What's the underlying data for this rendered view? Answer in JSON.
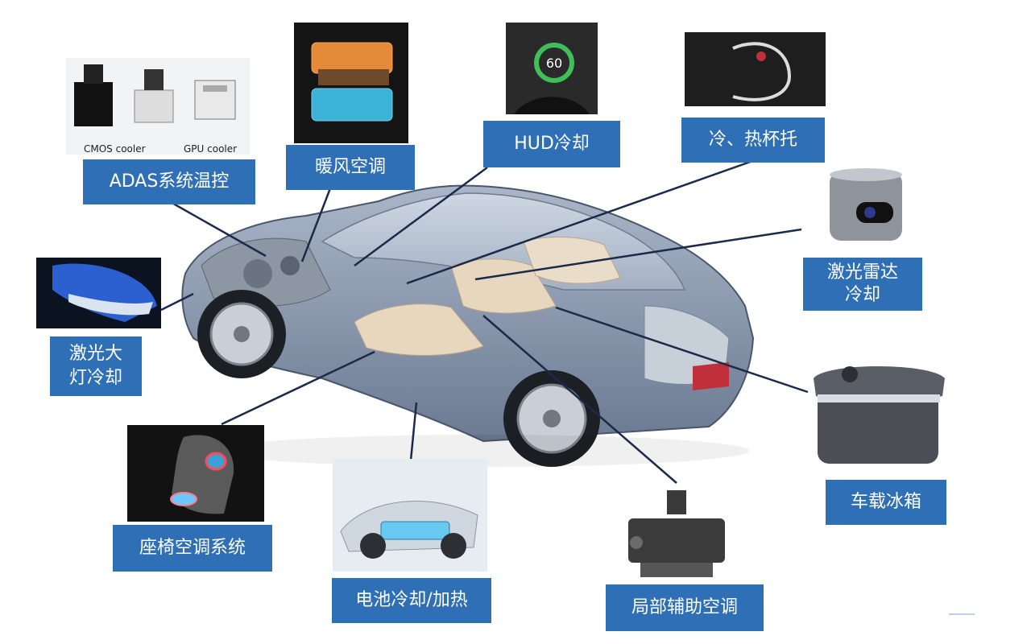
{
  "colors": {
    "label_bg": "#2f6fb5",
    "label_text": "#ffffff",
    "leader": "#1b2a4a"
  },
  "labels": {
    "adas": "ADAS系统温控",
    "warm_air": "暖风空调",
    "hud": "HUD冷却",
    "cup_holder": "冷、热杯托",
    "lidar": "激光雷达\n冷却",
    "headlight": "激光大\n灯冷却",
    "seat": "座椅空调系统",
    "battery": "电池冷却/加热",
    "local_ac": "局部辅助空调",
    "fridge": "车载冰箱"
  },
  "captions": {
    "cmos": "CMOS cooler",
    "gpu": "GPU cooler"
  },
  "icons": {
    "adas": "cooler-modules-icon",
    "warm_air": "heat-exchanger-icon",
    "hud": "hud-dashboard-icon",
    "cup_holder": "cup-holder-icon",
    "lidar": "lidar-sensor-icon",
    "headlight": "laser-headlight-icon",
    "seat": "climate-seat-icon",
    "battery": "battery-chassis-icon",
    "local_ac": "auxiliary-ac-unit-icon",
    "fridge": "car-fridge-icon",
    "car": "cutaway-car-illustration"
  }
}
